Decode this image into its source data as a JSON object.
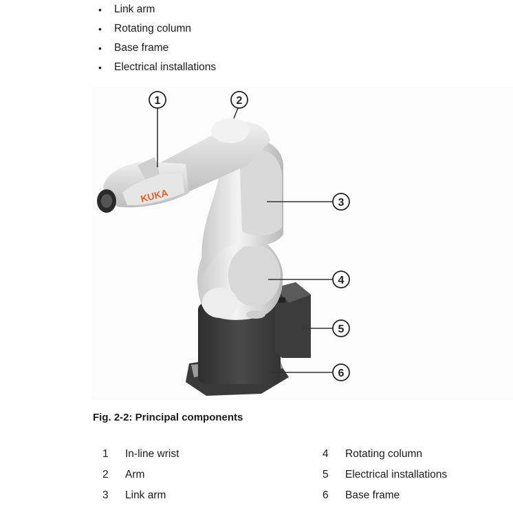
{
  "bullet_list": {
    "bullet_glyph": "•",
    "items": [
      "Link arm",
      "Rotating column",
      "Base frame",
      "Electrical installations"
    ]
  },
  "figure": {
    "logo_text": "KUKA",
    "logo_color": "#e0632a",
    "callouts": [
      "1",
      "2",
      "3",
      "4",
      "5",
      "6"
    ],
    "caption": "Fig. 2-2: Principal components"
  },
  "legend": {
    "left": [
      {
        "num": "1",
        "label": "In-line wrist"
      },
      {
        "num": "2",
        "label": "Arm"
      },
      {
        "num": "3",
        "label": "Link arm"
      }
    ],
    "right": [
      {
        "num": "4",
        "label": "Rotating column"
      },
      {
        "num": "5",
        "label": "Electrical installations"
      },
      {
        "num": "6",
        "label": "Base frame"
      }
    ]
  }
}
